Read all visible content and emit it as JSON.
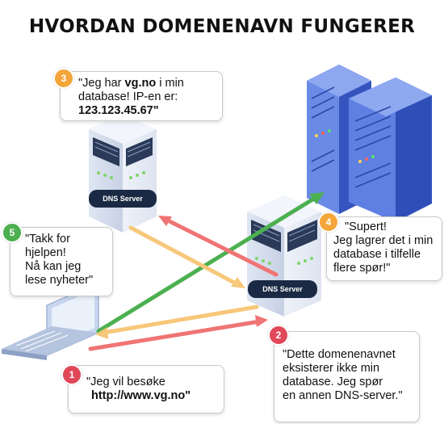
{
  "title": "HVORDAN DOMENENAVN FUNGERER",
  "servers": {
    "left_label": "DNS Server",
    "right_label": "DNS Server"
  },
  "steps": [
    {
      "num": "1",
      "color": "#e0485a",
      "lines": [
        [
          "\"Jeg vil besøke",
          ""
        ],
        [
          "",
          "http://www.vg.no\""
        ]
      ]
    },
    {
      "num": "2",
      "color": "#e0485a",
      "lines": [
        [
          "\"Dette domenenavnet",
          ""
        ],
        [
          "eksisterer ikke min",
          ""
        ],
        [
          "database. Jeg spør",
          ""
        ],
        [
          "en annen DNS-server.\"",
          ""
        ]
      ]
    },
    {
      "num": "3",
      "color": "#f4a63a",
      "lines": [
        [
          "\"Jeg har ",
          ""
        ],
        [
          "database! IP-en er:",
          ""
        ],
        [
          "",
          "123.123.45.67\""
        ]
      ],
      "bold_inline": "vg.no",
      "after_bold": " i min"
    },
    {
      "num": "4",
      "color": "#f4a63a",
      "lines": [
        [
          "\"Supert!",
          ""
        ],
        [
          "Jeg lagrer det i min",
          ""
        ],
        [
          "database i tilfelle",
          ""
        ],
        [
          "flere spør!\"",
          ""
        ]
      ]
    },
    {
      "num": "5",
      "color": "#4caf50",
      "lines": [
        [
          "\"Takk for",
          ""
        ],
        [
          "hjelpen!",
          ""
        ],
        [
          "Nå kan jeg",
          ""
        ],
        [
          "lese nyheter\"",
          ""
        ]
      ]
    }
  ],
  "colors": {
    "red": "#f07474",
    "orange": "#f7c77a",
    "green": "#4cb050",
    "navy": "#1b2a44",
    "rack_light": "#5d7fe0",
    "rack_dark": "#3a59c2"
  }
}
